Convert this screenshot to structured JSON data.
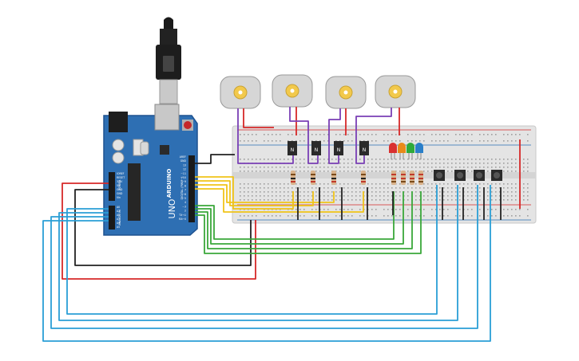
{
  "arduino": {
    "logo": "ARDUINO",
    "model": "UNO",
    "header_labels": {
      "top": [
        "AREF",
        "GND",
        "13",
        "12",
        "~11",
        "~10",
        "~9",
        "8",
        "7",
        "~6",
        "~5",
        "4",
        "~3",
        "2",
        "TX→1",
        "RX←0"
      ],
      "power": [
        "IOREF",
        "RESET",
        "3.3V",
        "5V",
        "GND",
        "GND",
        "Vin"
      ],
      "analog": [
        "A0",
        "A1",
        "A2",
        "A3",
        "A4",
        "A5"
      ]
    },
    "section_labels": {
      "digital": "DIGITAL (PWM~)",
      "power": "POWER",
      "analog": "ANALOG IN"
    }
  },
  "transistor_mark": "N",
  "colors": {
    "board": "#2e6fb3",
    "board_dark": "#1f5290",
    "breadboard": "#e8e8e8",
    "wire_red": "#d62828",
    "wire_black": "#222222",
    "wire_yellow": "#f0c419",
    "wire_green": "#3aa83a",
    "wire_blue": "#2a9fd6",
    "wire_purple": "#7a3fb5",
    "motor_body": "#d9d9d9",
    "motor_hub": "#f2c94c",
    "led_red": "#d93030",
    "led_orange": "#e88a1a",
    "led_green": "#2faa3a",
    "led_blue": "#2a7fc9"
  }
}
